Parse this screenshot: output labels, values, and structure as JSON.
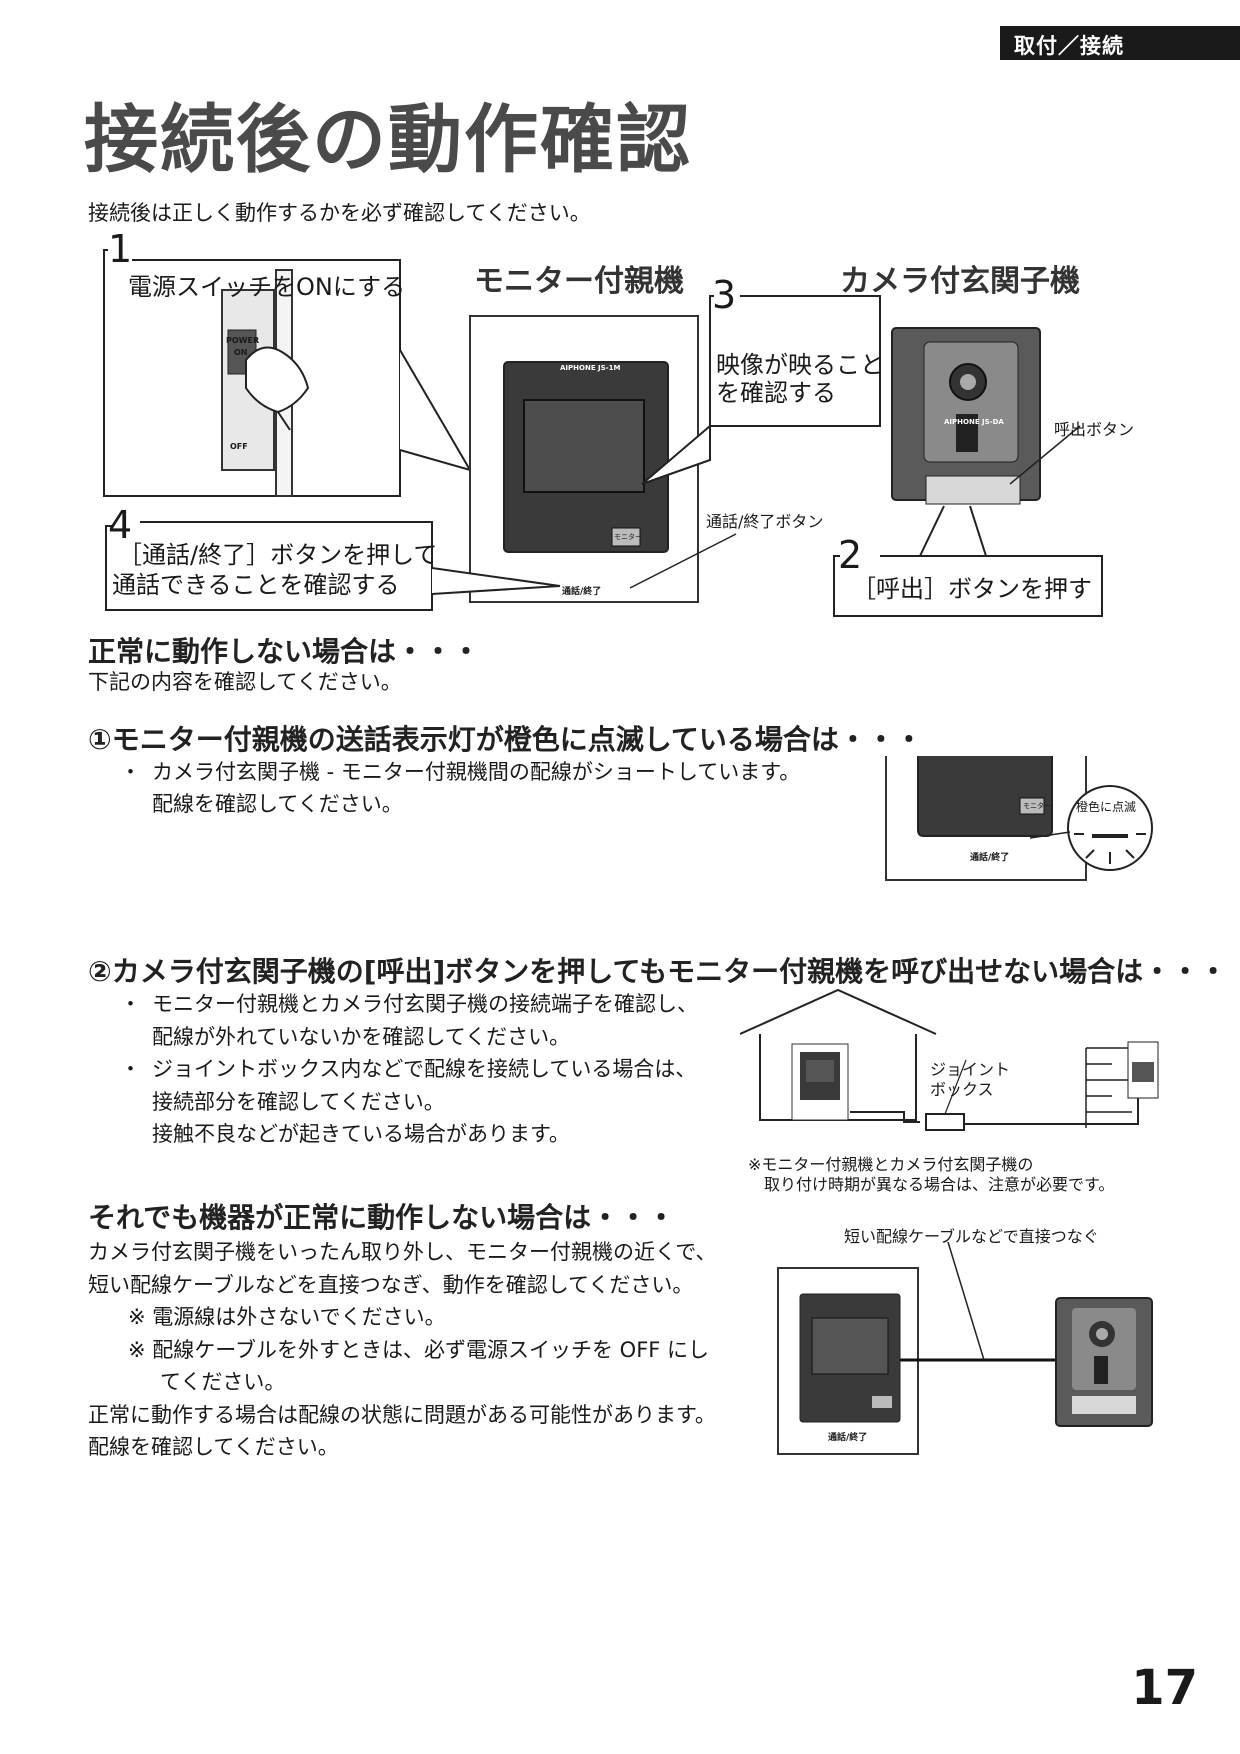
{
  "header": {
    "section_tag": "取付／接続",
    "title": "接続後の動作確認"
  },
  "intro": "接続後は正しく動作するかを必ず確認してください。",
  "diagram": {
    "monitor_title": "モニター付親機",
    "camera_title": "カメラ付玄関子機",
    "steps": [
      {
        "num": "1",
        "text": "電源スイッチをONにする"
      },
      {
        "num": "2",
        "text": "［呼出］ボタンを押す"
      },
      {
        "num": "3",
        "text_lines": [
          "映像が映ること",
          "を確認する"
        ]
      },
      {
        "num": "4",
        "text_lines": [
          "［通話/終了］ボタンを押して",
          "通話できることを確認する"
        ]
      }
    ],
    "callouts": {
      "call_button": "呼出ボタン",
      "talk_end_button": "通話/終了ボタン"
    },
    "switch_labels": {
      "power": "POWER",
      "on": "ON",
      "off": "OFF"
    },
    "device_labels": {
      "monitor_brand": "AIPHONE JS-1M",
      "camera_brand": "AIPHONE JS-DA",
      "monitor_key": "モニター",
      "talk_key": "通話/終了"
    }
  },
  "trouble": {
    "heading": "正常に動作しない場合は・・・",
    "subtext": "下記の内容を確認してください。"
  },
  "case1": {
    "heading": "①モニター付親機の送話表示灯が橙色に点滅している場合は・・・",
    "bullet": "カメラ付玄関子機 - モニター付親機間の配線がショートしています。",
    "sub": "配線を確認してください。",
    "blink_label": "橙色に点滅",
    "monitor_key": "モニター",
    "talk_key": "通話/終了"
  },
  "case2": {
    "heading": "②カメラ付玄関子機の[呼出]ボタンを押してもモニター付親機を呼び出せない場合は・・・",
    "bullets": [
      {
        "lines": [
          "モニター付親機とカメラ付玄関子機の接続端子を確認し、",
          "配線が外れていないかを確認してください。"
        ]
      },
      {
        "lines": [
          "ジョイントボックス内などで配線を接続している場合は、",
          "接続部分を確認してください。",
          "接触不良などが起きている場合があります。"
        ]
      }
    ],
    "junction_label": [
      "ジョイント",
      "ボックス"
    ],
    "note": [
      "※モニター付親機とカメラ付玄関子機の",
      "取り付け時期が異なる場合は、注意が必要です。"
    ]
  },
  "case3": {
    "heading": "それでも機器が正常に動作しない場合は・・・",
    "lines": [
      "カメラ付玄関子機をいったん取り外し、モニター付親機の近くで、",
      "短い配線ケーブルなどを直接つなぎ、動作を確認してください。"
    ],
    "notes": [
      "※ 電源線は外さないでください。",
      "※ 配線ケーブルを外すときは、必ず電源スイッチを OFF にし",
      "てください。"
    ],
    "closing": [
      "正常に動作する場合は配線の状態に問題がある可能性があります。",
      "配線を確認してください。"
    ],
    "diagram_label": "短い配線ケーブルなどで直接つなぐ",
    "talk_key": "通話/終了"
  },
  "page_number": "17"
}
